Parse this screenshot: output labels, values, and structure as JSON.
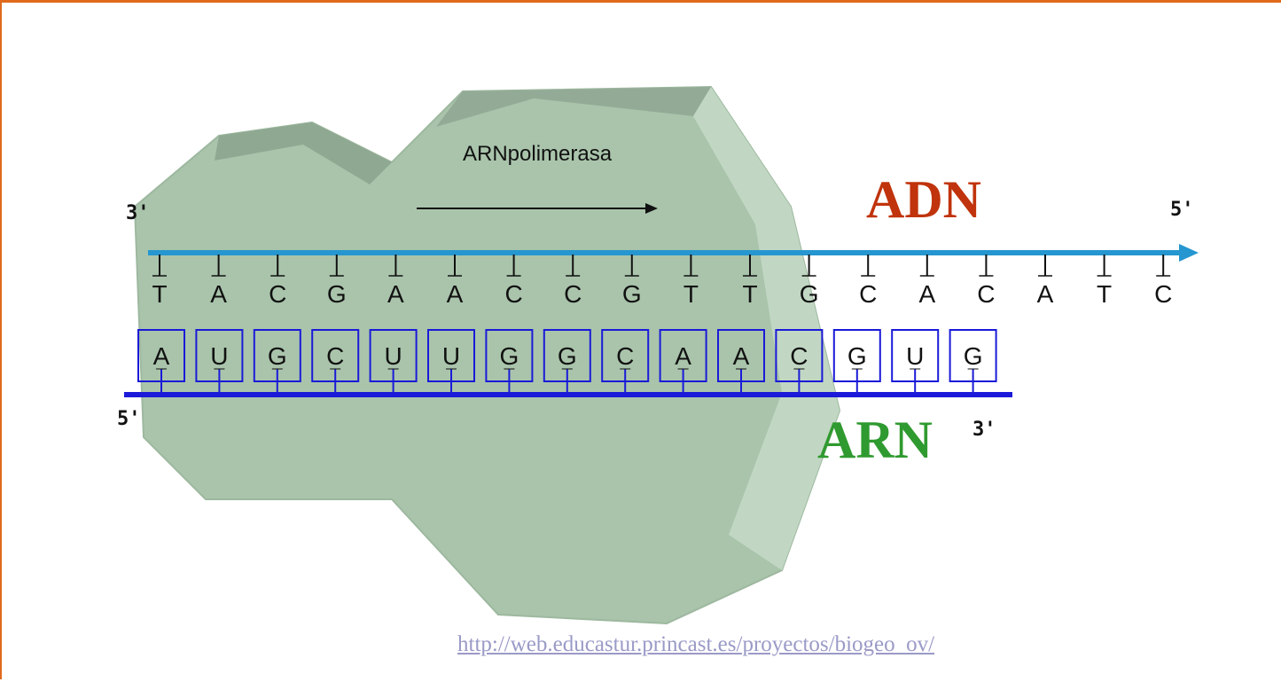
{
  "enzyme_label": "ARNpolimerasa",
  "dna": {
    "label": "ADN",
    "label_color": "#c0330c",
    "end_left": "3'",
    "end_right": "5'",
    "strand_color": "#2596d0",
    "bases": [
      "T",
      "A",
      "C",
      "G",
      "A",
      "A",
      "C",
      "C",
      "G",
      "T",
      "T",
      "G",
      "C",
      "A",
      "C",
      "A",
      "T",
      "C"
    ]
  },
  "rna": {
    "label": "ARN",
    "label_color": "#2f9a2f",
    "end_left": "5'",
    "end_right": "3'",
    "strand_color": "#1a1ad8",
    "bases": [
      "A",
      "U",
      "G",
      "C",
      "U",
      "U",
      "G",
      "G",
      "C",
      "A",
      "A",
      "C",
      "G",
      "U",
      "G"
    ]
  },
  "source_link": "http://web.educastur.princast.es/proyectos/biogeo_ov/",
  "colors": {
    "frame": "#e06a1c",
    "enzyme_body": "#a9c4ab"
  }
}
